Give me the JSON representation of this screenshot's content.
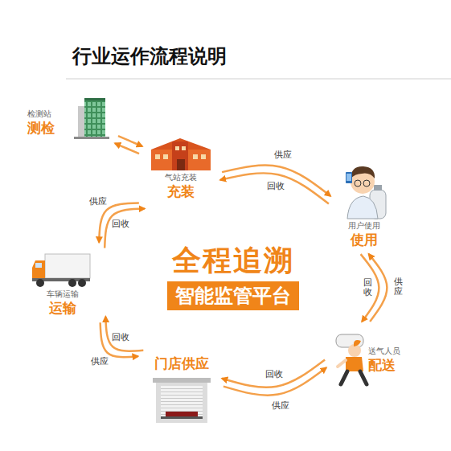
{
  "diagram": {
    "title": "行业运作流程说明",
    "nodes": [
      {
        "text": [
          "检测站",
          "测检"
        ]
      },
      {
        "text": [
          "气站充装",
          "充装"
        ]
      },
      {
        "text": [
          "用户使用",
          "使用"
        ]
      },
      {
        "text": [
          "送气人员",
          "配送"
        ]
      },
      {
        "text": [
          "门店供应"
        ]
      },
      {
        "text": [
          "车辆运输",
          "运输"
        ]
      },
      {
        "text": [
          "全程追溯",
          "智能监管平台"
        ]
      }
    ],
    "edges": [
      {
        "from": 0,
        "to": 1,
        "arrow": "to"
      },
      {
        "from": 1,
        "to": 0,
        "arrow": "to"
      },
      {
        "from": 1,
        "to": 2,
        "label": "供应",
        "arrow": "to"
      },
      {
        "from": 2,
        "to": 1,
        "label": "回收",
        "arrow": "to"
      },
      {
        "from": 3,
        "to": 2,
        "label": "供应",
        "arrow": "to"
      },
      {
        "from": 2,
        "to": 3,
        "label": "回收",
        "arrow": "to"
      },
      {
        "from": 4,
        "to": 3,
        "label": "供应",
        "arrow": "to"
      },
      {
        "from": 3,
        "to": 4,
        "label": "回收",
        "arrow": "to"
      },
      {
        "from": 5,
        "to": 4,
        "label": "供应",
        "arrow": "to"
      },
      {
        "from": 4,
        "to": 5,
        "label": "回收",
        "arrow": "to"
      },
      {
        "from": 1,
        "to": 5,
        "label": "供应",
        "arrow": "to"
      },
      {
        "from": 5,
        "to": 1,
        "label": "回收",
        "arrow": "to"
      }
    ]
  }
}
